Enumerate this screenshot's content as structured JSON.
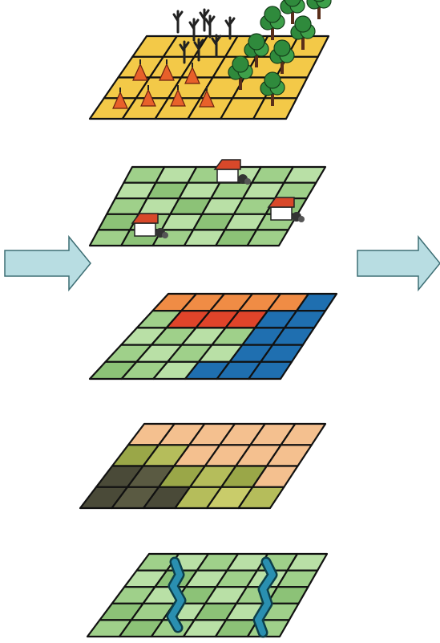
{
  "arrows": [
    {
      "name": "left-arrow",
      "fill": "#b8dde2",
      "stroke": "#3d6e74"
    },
    {
      "name": "right-arrow",
      "fill": "#b8dde2",
      "stroke": "#3d6e74"
    }
  ],
  "layers": [
    {
      "name": "vegetation-layer",
      "icon": "tree-icon",
      "rows": [
        [
          "#f3c948",
          "#f3c948",
          "#f3c948",
          "#f3c948",
          "#f3c948",
          "#f3c948"
        ],
        [
          "#f3c948",
          "#f3c948",
          "#f3c948",
          "#f3c948",
          "#f3c948",
          "#f3c948"
        ],
        [
          "#f3c948",
          "#f3c948",
          "#f3c948",
          "#f3c948",
          "#f3c948",
          "#f3c948"
        ],
        [
          "#f3c948",
          "#f3c948",
          "#f3c948",
          "#f3c948",
          "#f3c948",
          "#f3c948"
        ]
      ]
    },
    {
      "name": "settlement-layer",
      "icon": "house-icon",
      "rows": [
        [
          "#9fd08a",
          "#b9e0a6",
          "#9fd08a",
          "#b9e0a6",
          "#9fd08a",
          "#b9e0a6"
        ],
        [
          "#b9e0a6",
          "#8cc277",
          "#b9e0a6",
          "#9fd08a",
          "#b9e0a6",
          "#9fd08a"
        ],
        [
          "#9fd08a",
          "#b9e0a6",
          "#8cc277",
          "#b9e0a6",
          "#9fd08a",
          "#8cc277"
        ],
        [
          "#8cc277",
          "#9fd08a",
          "#b9e0a6",
          "#8cc277",
          "#b9e0a6",
          "#9fd08a"
        ],
        [
          "#9fd08a",
          "#8cc277",
          "#9fd08a",
          "#b9e0a6",
          "#8cc277",
          "#9fd08a"
        ]
      ]
    },
    {
      "name": "land-use-layer",
      "icon": "grid-icon",
      "rows": [
        [
          "#f08c45",
          "#f08c45",
          "#f08c45",
          "#f08c45",
          "#f08c45",
          "#1f6fb0"
        ],
        [
          "#9fd08a",
          "#e0442a",
          "#e0442a",
          "#e0442a",
          "#1f6fb0",
          "#1f6fb0"
        ],
        [
          "#b9e0a6",
          "#9fd08a",
          "#b9e0a6",
          "#9fd08a",
          "#1f6fb0",
          "#1f6fb0"
        ],
        [
          "#9fd08a",
          "#b9e0a6",
          "#9fd08a",
          "#b9e0a6",
          "#1f6fb0",
          "#1f6fb0"
        ],
        [
          "#8cc277",
          "#9fd08a",
          "#b9e0a6",
          "#1f6fb0",
          "#1f6fb0",
          "#1f6fb0"
        ]
      ]
    },
    {
      "name": "soil-layer",
      "icon": "grid-icon",
      "rows": [
        [
          "#f4c08f",
          "#f4c08f",
          "#f4c08f",
          "#f4c08f",
          "#f4c08f",
          "#f4c08f"
        ],
        [
          "#9aa748",
          "#b5bd5b",
          "#f4c08f",
          "#f4c08f",
          "#f4c08f",
          "#f4c08f"
        ],
        [
          "#4a4a38",
          "#5a5a42",
          "#9aa748",
          "#b5bd5b",
          "#9aa748",
          "#f4c08f"
        ],
        [
          "#4a4a38",
          "#5a5a42",
          "#4a4a38",
          "#b5bd5b",
          "#c9cc6a",
          "#b5bd5b"
        ]
      ]
    },
    {
      "name": "hydrology-layer",
      "icon": "river-icon",
      "rows": [
        [
          "#9fd08a",
          "#b9e0a6",
          "#9fd08a",
          "#b9e0a6",
          "#9fd08a",
          "#b9e0a6"
        ],
        [
          "#b9e0a6",
          "#8cc277",
          "#b9e0a6",
          "#9fd08a",
          "#b9e0a6",
          "#9fd08a"
        ],
        [
          "#9fd08a",
          "#b9e0a6",
          "#8cc277",
          "#b9e0a6",
          "#9fd08a",
          "#8cc277"
        ],
        [
          "#8cc277",
          "#9fd08a",
          "#b9e0a6",
          "#8cc277",
          "#b9e0a6",
          "#9fd08a"
        ],
        [
          "#9fd08a",
          "#8cc277",
          "#9fd08a",
          "#b9e0a6",
          "#8cc277",
          "#9fd08a"
        ]
      ]
    }
  ]
}
